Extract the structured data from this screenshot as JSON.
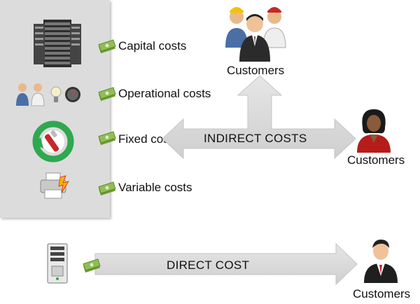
{
  "cost_types": [
    {
      "label": "Capital costs",
      "icon": "server-rack-icon"
    },
    {
      "label": "Operational costs",
      "icon": "people-bulb-clock-icon"
    },
    {
      "label": "Fixed costs",
      "icon": "recycle-wrench-icon"
    },
    {
      "label": "Variable costs",
      "icon": "printer-icon"
    }
  ],
  "indirect": {
    "label": "INDIRECT COSTS"
  },
  "direct": {
    "label": "DIRECT COST"
  },
  "customers": {
    "top": "Customers",
    "right": "Customers",
    "bottom": "Customers"
  },
  "colors": {
    "panel": "#dcdcdc",
    "arrow": "#d6d6d6",
    "money": "#7fae3f"
  }
}
